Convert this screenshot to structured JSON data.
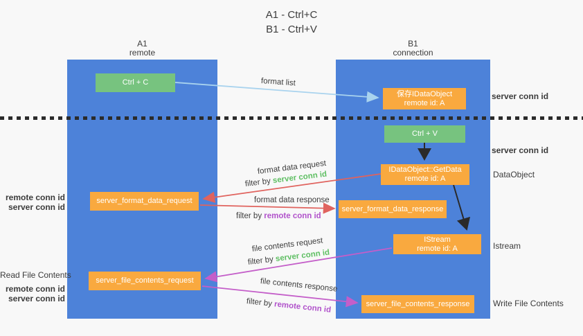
{
  "title": {
    "line1": "A1 - Ctrl+C",
    "line2": "B1 - Ctrl+V"
  },
  "lane_a": {
    "name": "A1",
    "subtitle": "remote"
  },
  "lane_b": {
    "name": "B1",
    "subtitle": "connection"
  },
  "boxes": {
    "ctrl_c": "Ctrl + C",
    "ctrl_v": "Ctrl + V",
    "save_obj": {
      "line1": "保存IDataObject",
      "line2": "remote id: A"
    },
    "getdata": {
      "line1": "IDataObject::GetData",
      "line2": "remote id: A"
    },
    "istream": {
      "line1": "IStream",
      "line2": "remote id: A"
    },
    "format_request": "server_format_data_request",
    "format_response": "server_format_data_response",
    "file_request": "server_file_contents_request",
    "file_response": "server_file_contents_response"
  },
  "arrow_labels": {
    "format_list": "format list",
    "format_data_request": "format data request",
    "format_data_response": "format data response",
    "file_contents_request": "file contents request",
    "file_contents_response": "file contents response",
    "filter_by": "filter by",
    "server_conn_id": "server conn id",
    "remote_conn_id": "remote conn id"
  },
  "side_labels": {
    "server_conn_id": "server conn id",
    "remote_conn_id": "remote conn id",
    "dataobject": "DataObject",
    "istream": "Istream",
    "read_file_contents": "Read File Contents",
    "write_file_contents": "Write File Contents"
  },
  "colors": {
    "lane_blue": "#4d82d9",
    "green_box": "#77c37f",
    "orange_box": "#f9a93f",
    "arrow_blue": "#a9d3ee",
    "arrow_red": "#e0635e",
    "arrow_purple": "#c45ec9",
    "arrow_black": "#2a2a2a",
    "text_green": "#5fbf63",
    "text_purple": "#b153cb"
  }
}
